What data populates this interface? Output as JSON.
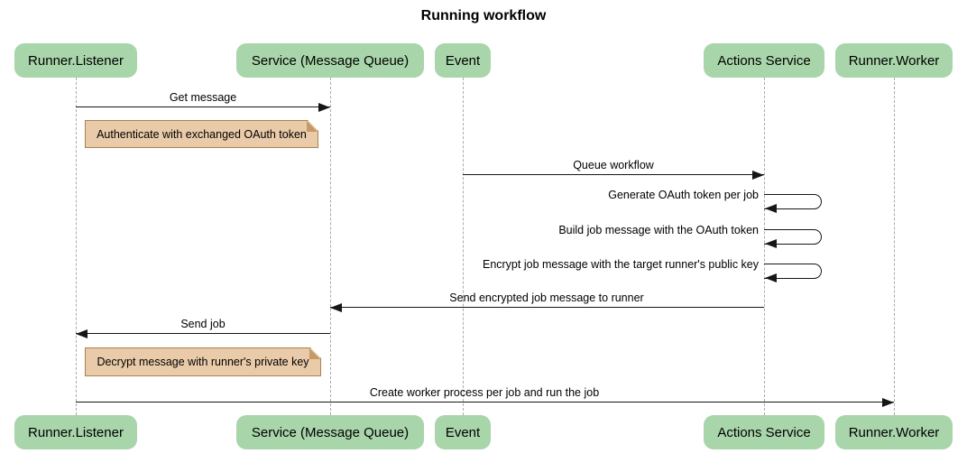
{
  "title": "Running workflow",
  "colors": {
    "background": "#ffffff",
    "actor_fill": "#a8d5aa",
    "note_fill": "#e9cba9",
    "note_border": "#a8834f",
    "message_line": "#161616",
    "lifeline": "#a9a9a9",
    "text": "#000000"
  },
  "participants": [
    {
      "id": "runner-listener",
      "label": "Runner.Listener"
    },
    {
      "id": "service-message-queue",
      "label": "Service (Message Queue)"
    },
    {
      "id": "event",
      "label": "Event"
    },
    {
      "id": "actions-service",
      "label": "Actions Service"
    },
    {
      "id": "runner-worker",
      "label": "Runner.Worker"
    }
  ],
  "messages": [
    {
      "label": "Get message",
      "from": "Runner.Listener",
      "to": "Service (Message Queue)",
      "kind": "solid-arrow"
    },
    {
      "label": "Queue workflow",
      "from": "Event",
      "to": "Actions Service",
      "kind": "solid-arrow"
    },
    {
      "label": "Generate OAuth token per job",
      "from": "Actions Service",
      "to": "Actions Service",
      "kind": "self"
    },
    {
      "label": "Build job message with the OAuth token",
      "from": "Actions Service",
      "to": "Actions Service",
      "kind": "self"
    },
    {
      "label": "Encrypt job message with the target runner's public key",
      "from": "Actions Service",
      "to": "Actions Service",
      "kind": "self"
    },
    {
      "label": "Send encrypted job message to runner",
      "from": "Actions Service",
      "to": "Service (Message Queue)",
      "kind": "solid-arrow"
    },
    {
      "label": "Send job",
      "from": "Service (Message Queue)",
      "to": "Runner.Listener",
      "kind": "solid-arrow"
    },
    {
      "label": "Create worker process per job and run the job",
      "from": "Runner.Listener",
      "to": "Runner.Worker",
      "kind": "solid-arrow"
    }
  ],
  "notes": [
    {
      "text": "Authenticate with exchanged OAuth token",
      "position": "right of Runner.Listener"
    },
    {
      "text": "Decrypt message with runner's private key",
      "position": "right of Runner.Listener"
    }
  ]
}
